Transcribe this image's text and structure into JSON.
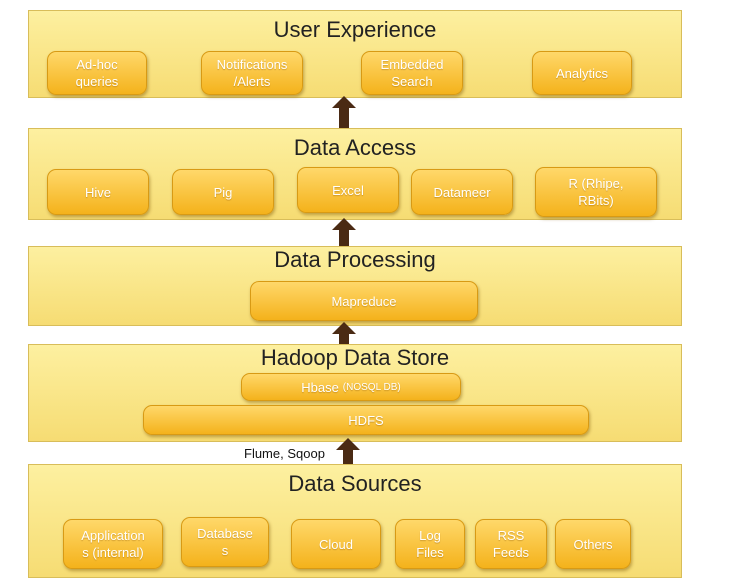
{
  "layers": {
    "user_experience": {
      "title": "User Experience",
      "items": [
        "Ad-hoc\nqueries",
        "Notifications\n/Alerts",
        "Embedded\nSearch",
        "Analytics"
      ]
    },
    "data_access": {
      "title": "Data Access",
      "items": [
        "Hive",
        "Pig",
        "Excel",
        "Datameer",
        "R (Rhipe,\nRBits)"
      ]
    },
    "data_processing": {
      "title": "Data Processing",
      "items": [
        "Mapreduce"
      ]
    },
    "hadoop_data_store": {
      "title": "Hadoop Data Store",
      "hbase": "Hbase",
      "hbase_note": "(NOSQL DB)",
      "hdfs": "HDFS"
    },
    "data_sources": {
      "title": "Data Sources",
      "items": [
        "Application\ns (internal)",
        "Database\ns",
        "Cloud",
        "Log\nFiles",
        "RSS\nFeeds",
        "Others"
      ]
    }
  },
  "ingest_label": "Flume, Sqoop",
  "colors": {
    "layer": "#f9e58a",
    "box": "#f6b928",
    "arrow": "#4a2a14"
  }
}
